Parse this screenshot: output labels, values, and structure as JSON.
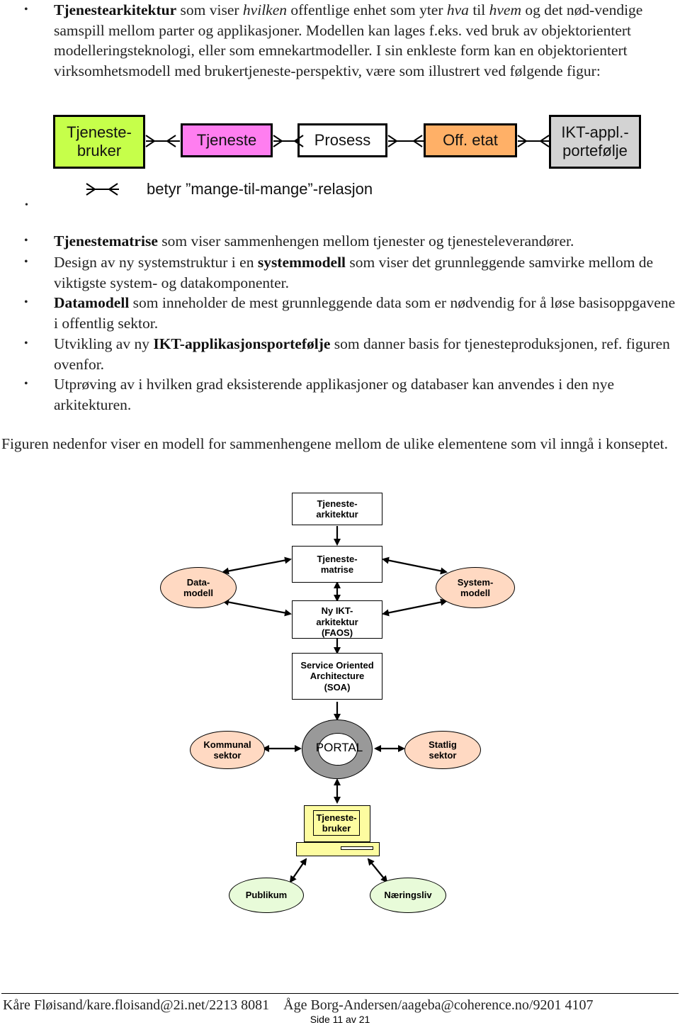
{
  "intro": {
    "term": "Tjenestearkitektur",
    "t1": " som viser ",
    "i1": "hvilken",
    "t2": " offentlige enhet som yter ",
    "i2": "hva",
    "t3": " til ",
    "i3": "hvem",
    "t4": " og det nød-vendige samspill mellom parter og applikasjoner. Modellen kan lages f.eks. ved bruk av objektorientert modelleringsteknologi, eller som emnekartmodeller. I sin enkleste form kan en objektorientert virksomhetsmodell med brukertjeneste-perspektiv, være som illustrert ved følgende figur:"
  },
  "figure1": {
    "boxes": [
      "Tjeneste-\nbruker",
      "Tjeneste",
      "Prosess",
      "Off. etat",
      "IKT-appl.-\nportefølje"
    ],
    "legend": "betyr ”mange-til-mange”-relasjon",
    "colors": {
      "green": "#c6ff4a",
      "pink": "#ff7ef0",
      "orange": "#ffb067",
      "gray": "#d3d3d3"
    }
  },
  "bullets": [
    {
      "bold": "Tjenestematrise",
      "pre": "",
      "post": " som viser sammenhengen mellom tjenester og tjenesteleverandører."
    },
    {
      "pre": "Design av ny systemstruktur i en ",
      "bold": "systemmodell",
      "post": " som viser det grunnleggende samvirke mellom de viktigste system- og datakomponenter."
    },
    {
      "bold": "Datamodell",
      "pre": "",
      "post": " som inneholder de mest grunnleggende data som er nødvendig for å løse basisoppgavene i offentlig sektor."
    },
    {
      "pre": "Utvikling av ny ",
      "bold": "IKT-applikasjonsportefølje",
      "post": " som danner basis for tjenesteproduksjonen, ref. figuren ovenfor."
    },
    {
      "pre": "Utprøving av i hvilken grad eksisterende applikasjoner og databaser kan anvendes i den nye arkitekturen.",
      "bold": "",
      "post": ""
    }
  ],
  "figure_intro": "Figuren nedenfor viser en modell for sammenhengene mellom de ulike elementene som vil inngå i konseptet.",
  "figure2": {
    "tjenestearkitektur": "Tjeneste-\narkitektur",
    "tjenestematrise": "Tjeneste-\nmatrise",
    "datamodell": "Data-\nmodell",
    "systemmodell": "System-\nmodell",
    "ny_ikt": "Ny IKT-\narkitektur\n(FAOS)",
    "soa": "Service Oriented\nArchitecture\n(SOA)",
    "kommunal": "Kommunal\nsektor",
    "portal": "PORTAL",
    "statlig": "Statlig\nsektor",
    "tjenestebruker": "Tjeneste-\nbruker",
    "publikum": "Publikum",
    "naeringsliv": "Næringsliv",
    "colors": {
      "peach": "#ffd9c2",
      "pale_green": "#e8fbd9",
      "yellow": "#fdfca0",
      "ring": "#999999"
    }
  },
  "footer": {
    "contacts": "Kåre Fløisand/kare.floisand@2i.net/2213 8081    Åge Borg-Andersen/aageba@coherence.no/9201 4107",
    "page": "Side 11 av 21"
  }
}
